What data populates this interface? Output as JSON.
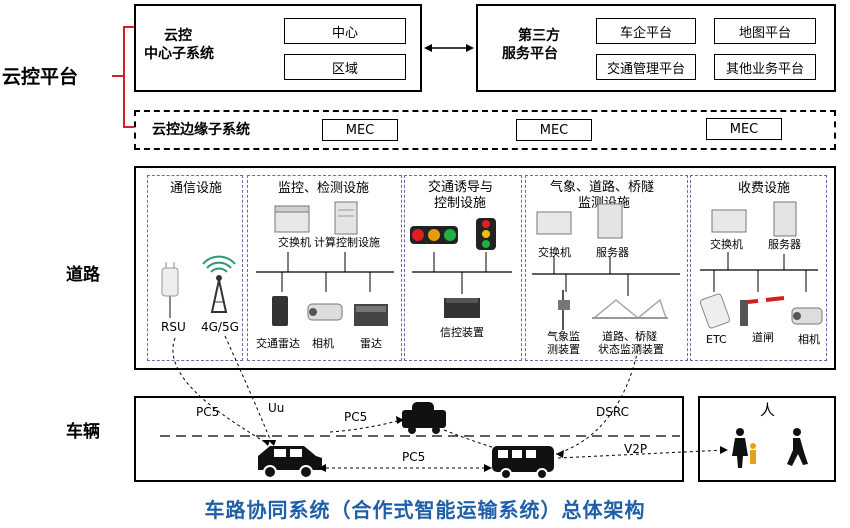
{
  "platform": {
    "label": "云控平台",
    "center": {
      "title_line1": "云控",
      "title_line2": "中心子系统",
      "items": [
        "中心",
        "区域"
      ]
    },
    "third_party": {
      "title_line1": "第三方",
      "title_line2": "服务平台",
      "items": [
        "车企平台",
        "地图平台",
        "交通管理平台",
        "其他业务平台"
      ]
    },
    "edge": {
      "title": "云控边缘子系统",
      "mec": [
        "MEC",
        "MEC",
        "MEC"
      ]
    }
  },
  "road": {
    "label": "道路",
    "groups": {
      "comm": {
        "title": "通信设施",
        "items": [
          "RSU",
          "4G/5G"
        ]
      },
      "monitor": {
        "title": "监控、检测设施",
        "top": [
          "交换机",
          "计算控制设施"
        ],
        "bottom": [
          "交通雷达",
          "相机",
          "雷达"
        ]
      },
      "guide": {
        "title_line1": "交通诱导与",
        "title_line2": "控制设施",
        "bottom": [
          "信控装置"
        ]
      },
      "weather": {
        "title_line1": "气象、道路、桥隧",
        "title_line2": "监测设施",
        "top": [
          "交换机",
          "服务器"
        ],
        "bottom_a_1": "气象监",
        "bottom_a_2": "测装置",
        "bottom_b_1": "道路、桥隧",
        "bottom_b_2": "状态监测装置"
      },
      "toll": {
        "title": "收费设施",
        "top": [
          "交换机",
          "服务器"
        ],
        "bottom": [
          "ETC",
          "道闸",
          "相机"
        ]
      }
    }
  },
  "vehicle": {
    "label": "车辆",
    "links": {
      "pc5_a": "PC5",
      "uu": "Uu",
      "pc5_b": "PC5",
      "pc5_c": "PC5",
      "dsrc": "DSRC",
      "v2p": "V2P"
    }
  },
  "person": {
    "label": "人"
  },
  "caption": "车路协同系统（合作式智能运输系统）总体架构",
  "colors": {
    "caption": "#1f5ea8",
    "bracket": "#d0202a",
    "dotted_group": "#6a6aaa"
  }
}
